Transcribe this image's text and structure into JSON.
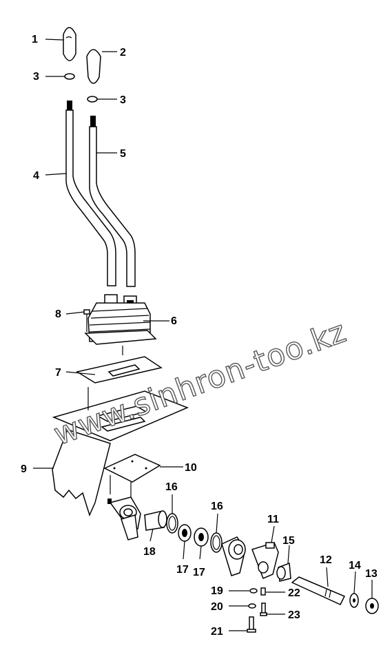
{
  "labels": {
    "p1": "1",
    "p2": "2",
    "p3a": "3",
    "p3b": "3",
    "p4": "4",
    "p5": "5",
    "p6": "6",
    "p7": "7",
    "p8": "8",
    "p9": "9",
    "p10": "10",
    "p11": "11",
    "p12": "12",
    "p13": "13",
    "p14": "14",
    "p15": "15",
    "p16a": "16",
    "p16b": "16",
    "p17a": "17",
    "p17b": "17",
    "p18": "18",
    "p19": "19",
    "p20": "20",
    "p21": "21",
    "p22": "22",
    "p23": "23"
  },
  "watermark": "www.sinhron-too.kz"
}
